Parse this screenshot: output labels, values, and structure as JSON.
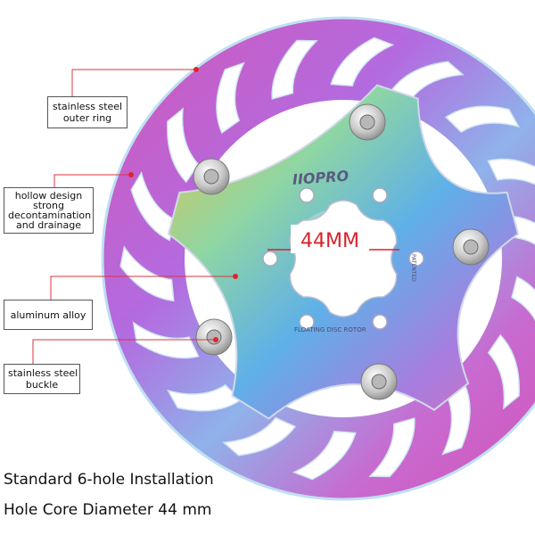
{
  "callouts": {
    "outer_ring": [
      "stainless steel",
      "outer ring"
    ],
    "hollow_design": [
      "hollow design",
      "strong",
      "decontamination",
      "and drainage"
    ],
    "aluminum_alloy": [
      "aluminum alloy"
    ],
    "buckle": [
      "stainless steel",
      "buckle"
    ]
  },
  "core_label": "44MM",
  "rotor_text": {
    "logo": "IIOPRO",
    "bottom": "FLOATING DISC ROTOR",
    "side": "PATENTED"
  },
  "captions": {
    "line1": "Standard 6-hole Installation",
    "line2": "Hole Core Diameter 44 mm"
  },
  "colors": {
    "callout_line": "#d9363e",
    "core_label": "#d9232b",
    "rotor_pink": "#c94fc2",
    "rotor_purple": "#8f55d6",
    "rotor_blue": "#54a9e3",
    "carrier_gold": "#e6c447",
    "carrier_green": "#7fd0a0"
  }
}
